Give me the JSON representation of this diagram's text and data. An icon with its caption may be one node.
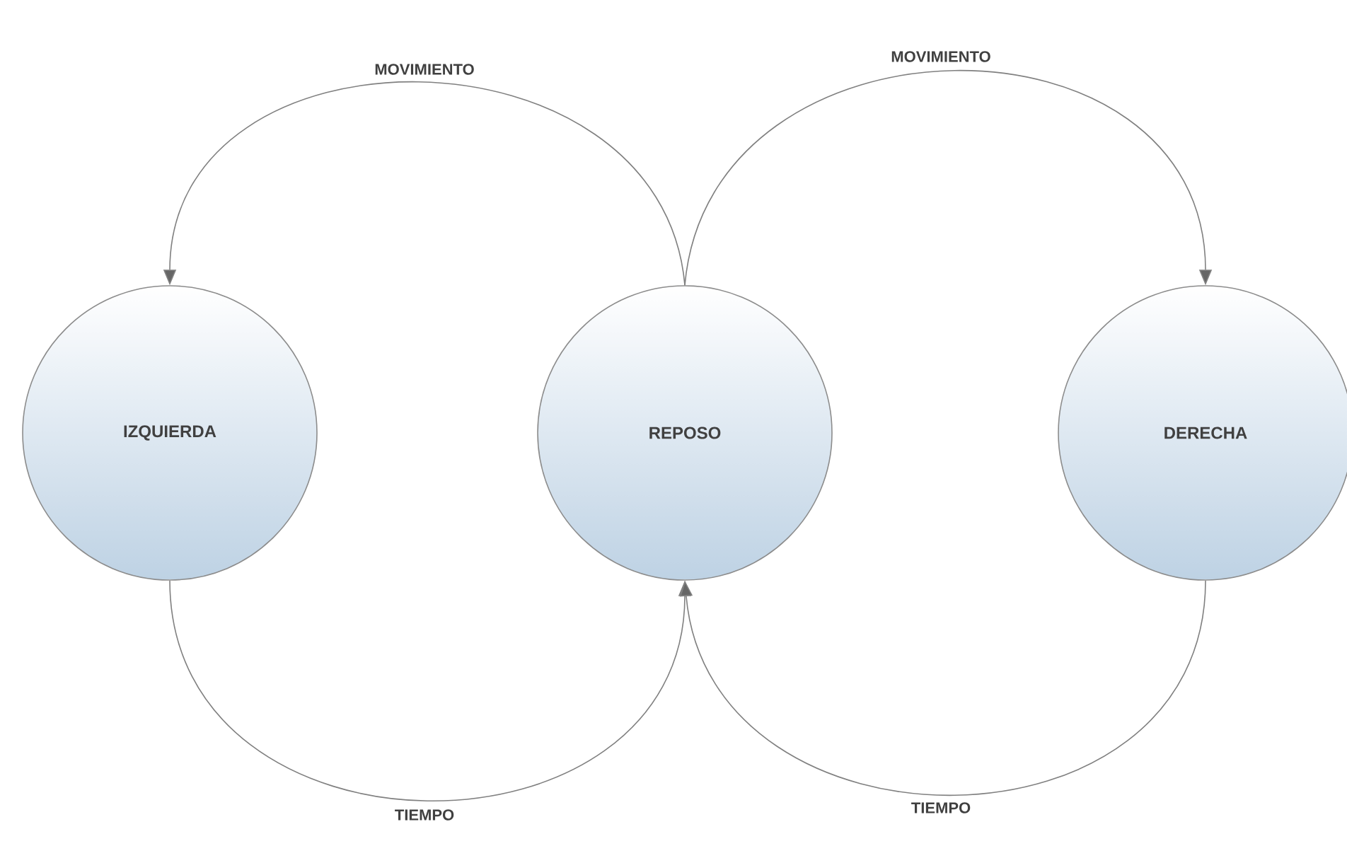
{
  "diagram": {
    "nodes": [
      {
        "text": [
          "IZQUIERDA"
        ]
      },
      {
        "text": [
          "REPOSO"
        ]
      },
      {
        "text": [
          "DERECHA"
        ]
      }
    ],
    "edges": [
      {
        "from": 1,
        "to": 0,
        "arrow": "to",
        "label": "MOVIMIENTO"
      },
      {
        "from": 1,
        "to": 2,
        "arrow": "to",
        "label": "MOVIMIENTO"
      },
      {
        "from": 0,
        "to": 1,
        "arrow": "to",
        "label": "TIEMPO"
      },
      {
        "from": 2,
        "to": 1,
        "arrow": "to",
        "label": "TIEMPO"
      }
    ]
  }
}
